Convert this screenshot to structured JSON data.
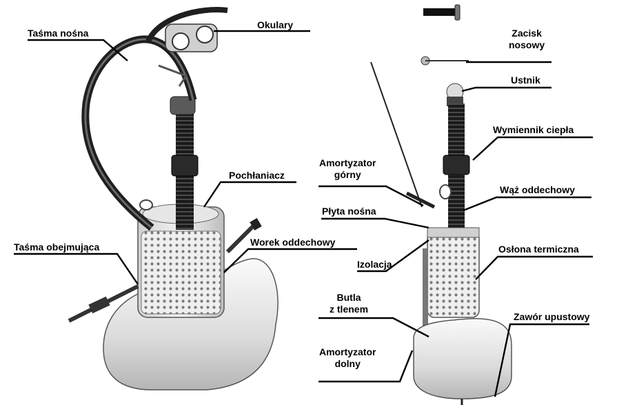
{
  "diagram": {
    "left_device": {
      "labels": {
        "tasma_nosna": "Taśma nośna",
        "okulary": "Okulary",
        "pochlaniacz": "Pochłaniacz",
        "tasma_obejmujaca": "Taśma obejmująca",
        "worek_oddechowy": "Worek oddechowy"
      }
    },
    "right_device": {
      "labels": {
        "zacisk_nosowy_line1": "Zacisk",
        "zacisk_nosowy_line2": "nosowy",
        "ustnik": "Ustnik",
        "wymiennik_ciepla": "Wymiennik ciepła",
        "amortyzator_gorny_line1": "Amortyzator",
        "amortyzator_gorny_line2": "górny",
        "waz_oddechowy": "Wąż oddechowy",
        "plyta_nosna": "Płyta nośna",
        "oslona_termiczna": "Osłona termiczna",
        "izolacja": "Izolacja",
        "butla_line1": "Butla",
        "butla_line2": "z tlenem",
        "zawor_upustowy": "Zawór upustowy",
        "amortyzator_dolny_line1": "Amortyzator",
        "amortyzator_dolny_line2": "dolny"
      }
    }
  }
}
